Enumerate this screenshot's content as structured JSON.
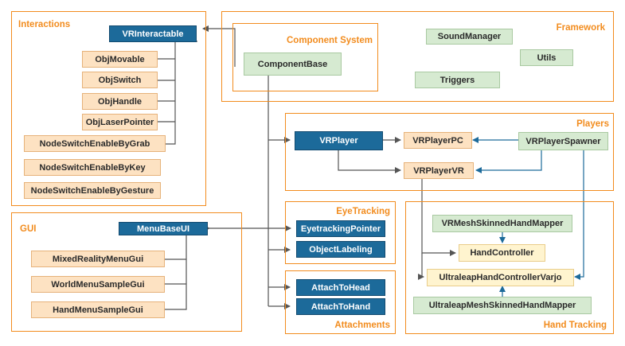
{
  "colors": {
    "group_border": "#f28c1e",
    "core_class": "#1c6a9a",
    "interaction_class": "#fde2c2",
    "utility_class": "#d6ead1",
    "controller_class": "#fff4cf",
    "arrow_gray": "#555555",
    "arrow_blue": "#1c6a9a"
  },
  "groups": {
    "interactions": "Interactions",
    "component_system": "Component System",
    "framework": "Framework",
    "players": "Players",
    "gui": "GUI",
    "eye_tracking": "EyeTracking",
    "attachments": "Attachments",
    "hand_tracking": "Hand Tracking"
  },
  "nodes": {
    "vr_interactable": "VRInteractable",
    "obj_movable": "ObjMovable",
    "obj_switch": "ObjSwitch",
    "obj_handle": "ObjHandle",
    "obj_laser_pointer": "ObjLaserPointer",
    "node_switch_grab": "NodeSwitchEnableByGrab",
    "node_switch_key": "NodeSwitchEnableByKey",
    "node_switch_gesture": "NodeSwitchEnableByGesture",
    "component_base": "ComponentBase",
    "sound_manager": "SoundManager",
    "utils": "Utils",
    "triggers": "Triggers",
    "vr_player": "VRPlayer",
    "vr_player_pc": "VRPlayerPC",
    "vr_player_spawner": "VRPlayerSpawner",
    "vr_player_vr": "VRPlayerVR",
    "menu_base_ui": "MenuBaseUI",
    "mixed_reality_menu": "MixedRealityMenuGui",
    "world_menu_sample": "WorldMenuSampleGui",
    "hand_menu_sample": "HandMenuSampleGui",
    "eyetracking_pointer": "EyetrackingPointer",
    "object_labeling": "ObjectLabeling",
    "attach_to_head": "AttachToHead",
    "attach_to_hand": "AttachToHand",
    "vr_mesh_skinned_hand_mapper": "VRMeshSkinnedHandMapper",
    "hand_controller": "HandController",
    "ultraleap_hand_controller": "UltraleapHandControllerVarjo",
    "ultraleap_mesh_mapper": "UltraleapMeshSkinnedHandMapper"
  }
}
